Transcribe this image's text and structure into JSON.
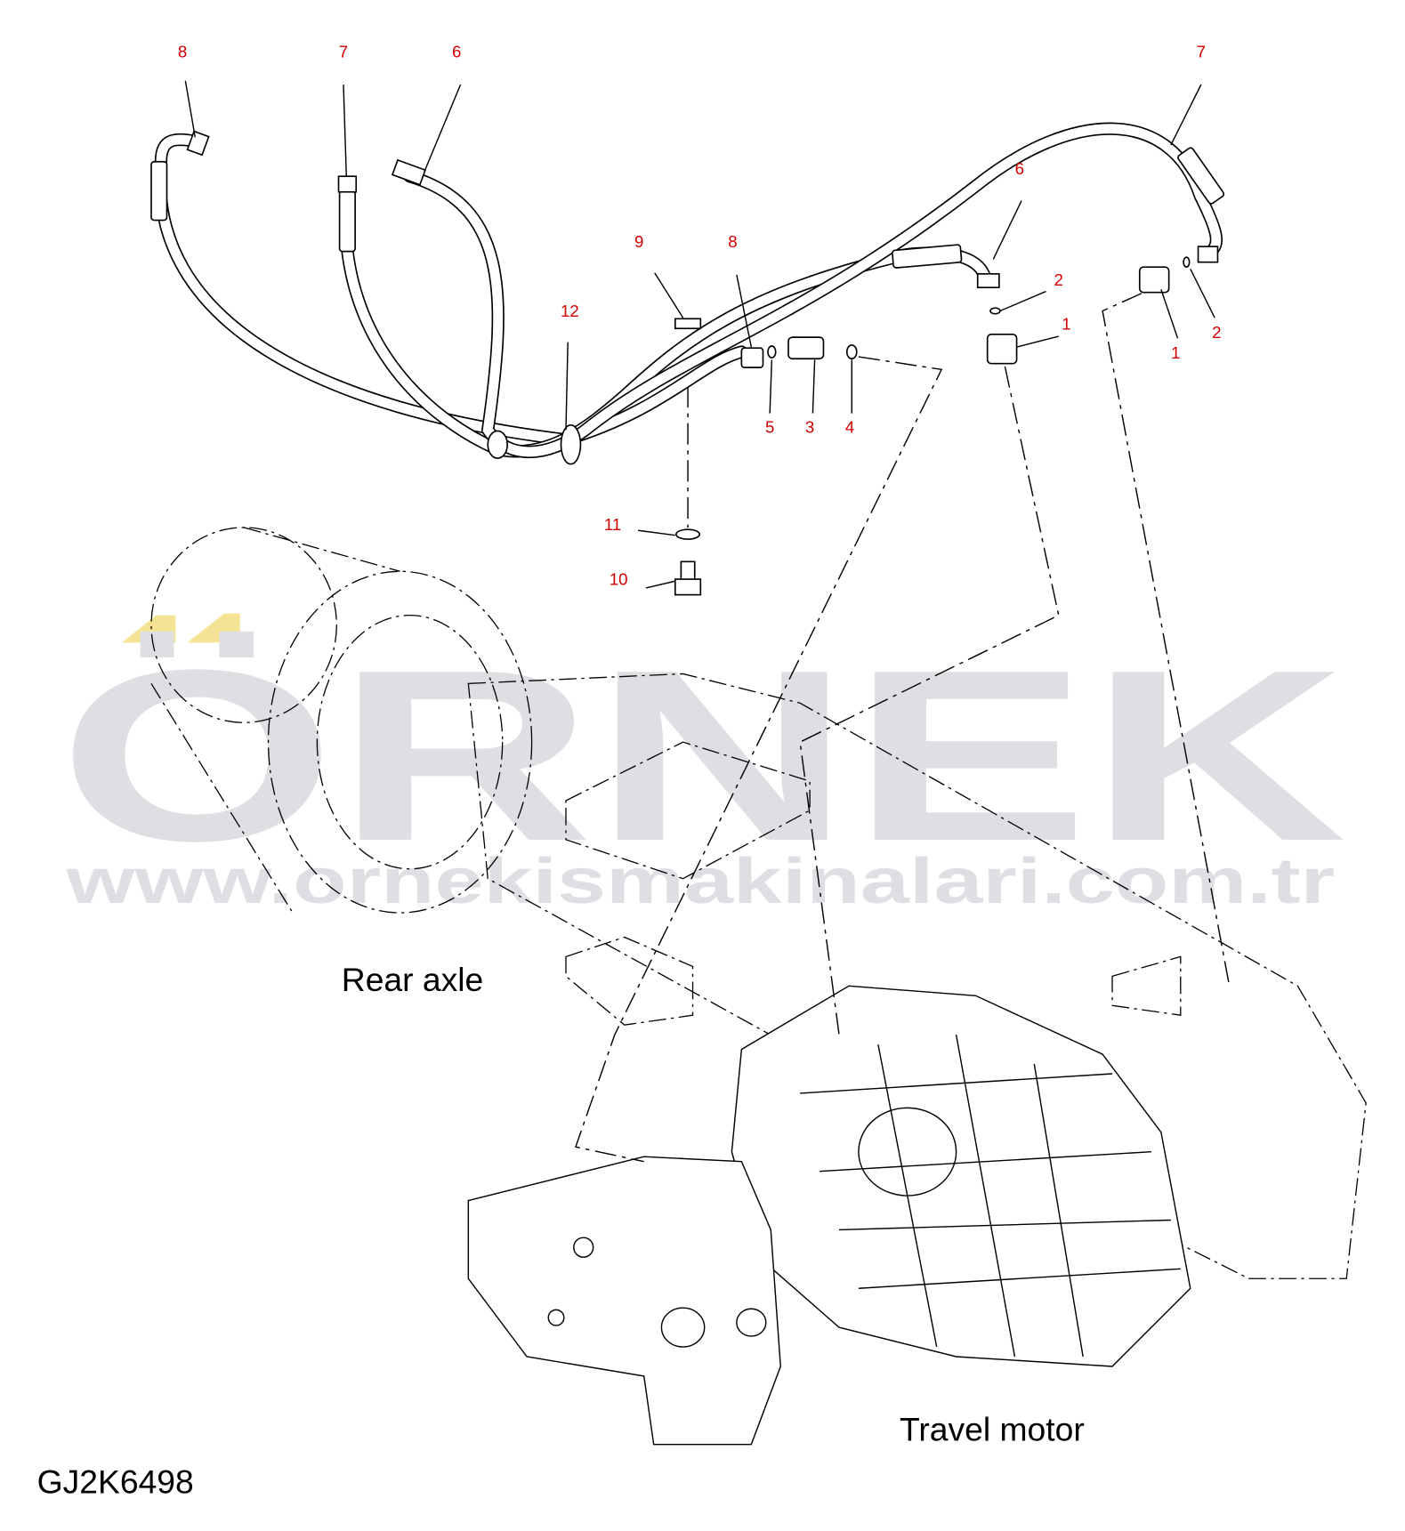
{
  "diagram_id": "GJ2K6498",
  "captions": {
    "rear_axle": "Rear axle",
    "travel_motor": "Travel motor"
  },
  "watermark": {
    "brand": "ÖRNEK",
    "url": "www.ornekismakinalari.com.tr"
  },
  "callouts": [
    "8",
    "7",
    "6",
    "7",
    "6",
    "9",
    "8",
    "12",
    "2",
    "1",
    "1",
    "2",
    "5",
    "3",
    "4",
    "11",
    "10"
  ],
  "colors": {
    "callout": "#d40000",
    "watermark": "#dcdbe0",
    "watermark_accent": "#f5e08a"
  }
}
